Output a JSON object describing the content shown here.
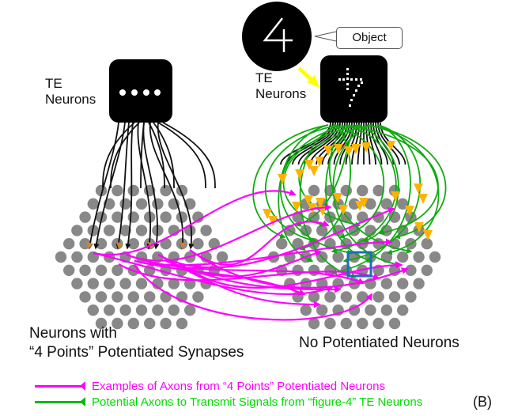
{
  "left_module": {
    "te_label_line1": "TE",
    "te_label_line2": "Neurons",
    "pattern": "4 points",
    "group_label_line1": "Neurons with",
    "group_label_line2": "“4 Points” Potentiated Synapses"
  },
  "right_module": {
    "te_label_line1": "TE",
    "te_label_line2": "Neurons",
    "object_digit": "4",
    "object_label": "Object",
    "group_label": "No Potentiated Neurons"
  },
  "legend": [
    {
      "label": "Examples of Axons from “4 Points” Potentiated Neurons",
      "color": "#ff00ff"
    },
    {
      "label": "Potential Axons to Transmit Signals from “figure-4” TE Neurons",
      "color": "#00dd00"
    }
  ],
  "panel_tag": "(B)",
  "colors": {
    "neuron_dot": "#888888",
    "te_box": "#000000",
    "axon_magenta": "#ff00ff",
    "axon_green": "#11aa11",
    "arrowhead_orange": "#ffb300",
    "synapse_brown": "#c8843a",
    "object_arrow": "#ffff00",
    "highlight_box": "#1a6fb8"
  }
}
